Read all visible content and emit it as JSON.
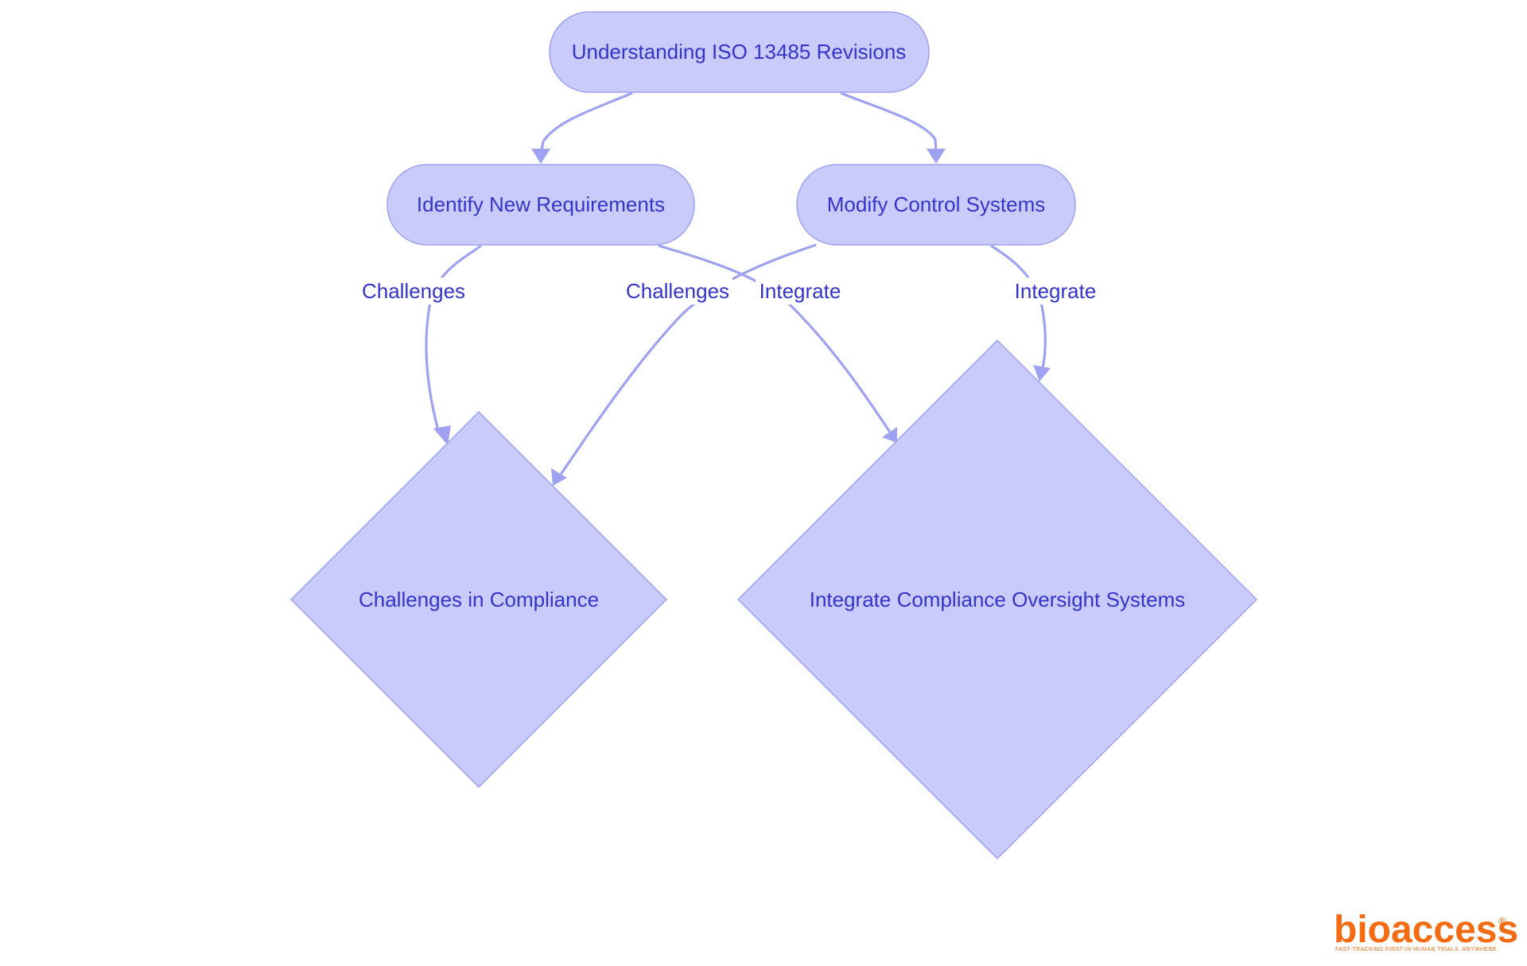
{
  "nodes": {
    "root": {
      "label": "Understanding ISO 13485 Revisions",
      "shape": "rounded-rect"
    },
    "identify": {
      "label": "Identify New Requirements",
      "shape": "rounded-rect"
    },
    "modify": {
      "label": "Modify Control Systems",
      "shape": "rounded-rect"
    },
    "challenges": {
      "label": "Challenges in Compliance",
      "shape": "diamond"
    },
    "integrate": {
      "label": "Integrate Compliance Oversight Systems",
      "shape": "diamond"
    }
  },
  "edges": [
    {
      "from": "root",
      "to": "identify",
      "label": ""
    },
    {
      "from": "root",
      "to": "modify",
      "label": ""
    },
    {
      "from": "identify",
      "to": "challenges",
      "label": "Challenges"
    },
    {
      "from": "identify",
      "to": "integrate",
      "label": "Integrate"
    },
    {
      "from": "modify",
      "to": "challenges",
      "label": "Challenges"
    },
    {
      "from": "modify",
      "to": "integrate",
      "label": "Integrate"
    }
  ],
  "logo": {
    "name": "bioaccess",
    "registered": "®",
    "tagline": "FAST-TRACKING FIRST-IN-HUMAN TRIALS. ANYWHERE"
  },
  "colors": {
    "node_fill": "#c9cbfb",
    "node_stroke": "#9ea2f0",
    "edge": "#9ea2f0",
    "text": "#3434c8",
    "logo": "#f36b12"
  }
}
